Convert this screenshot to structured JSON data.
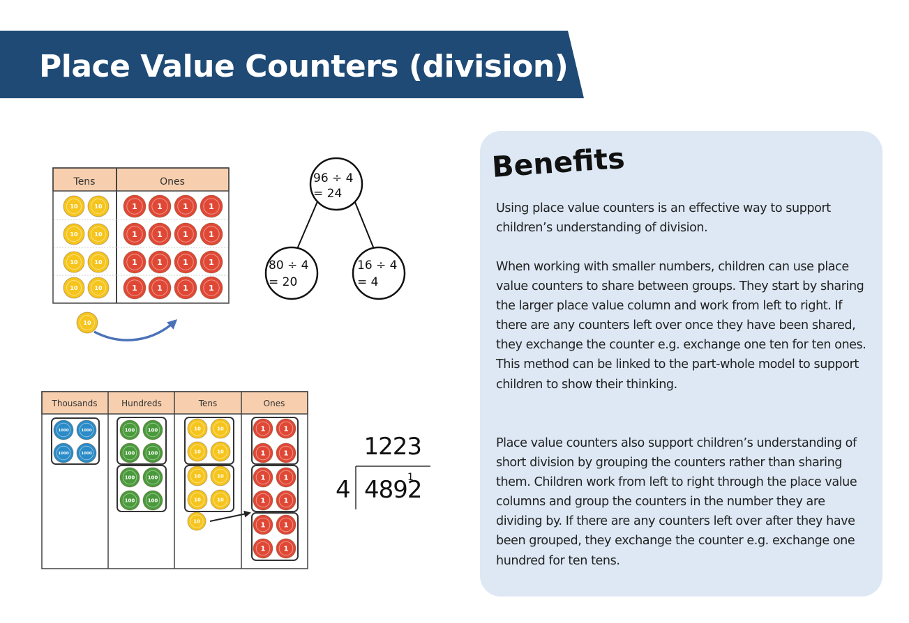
{
  "header": {
    "title": "Place Value Counters (division)"
  },
  "benefits": {
    "heading": "Benefits",
    "paragraphs": [
      "Using place value counters is an effective way to support children’s understanding of division.",
      "When working with smaller numbers, children can use place value counters to share between groups. They start by sharing the larger place value column and work from left to right. If there are any counters left over once they have been shared, they exchange the counter e.g. exchange one ten for ten ones. This method can be linked to the part-whole model to support children to show their thinking.",
      "Place value counters also support children’s understanding of short division by grouping the counters rather than sharing them. Children work from left to right through the place value columns and group the counters in the number they are dividing by. If there are any counters left over after they have been grouped, they exchange the counter e.g. exchange one hundred for ten tens."
    ]
  },
  "sharing_table": {
    "headers": [
      "Tens",
      "Ones"
    ],
    "tens_counter_label": "10",
    "ones_counter_label": "1",
    "exchange_counter_label": "10"
  },
  "part_whole": {
    "whole": [
      "96 ÷ 4",
      "= 24"
    ],
    "part_left": [
      "80 ÷ 4",
      "= 20"
    ],
    "part_right": [
      "16 ÷ 4",
      "= 4"
    ]
  },
  "grouping_table": {
    "headers": [
      "Thousands",
      "Hundreds",
      "Tens",
      "Ones"
    ],
    "thousands_label": "1000",
    "hundreds_label": "100",
    "tens_label": "10",
    "ones_label": "1",
    "exchange_label": "10"
  },
  "short_division": {
    "quotient": "1223",
    "divisor": "4",
    "dividend": "4892",
    "carry": "1"
  },
  "colors": {
    "title_band": "#1e4a75",
    "panel": "#dde8f4",
    "header_fill": "#f7cfae",
    "tens_counter": "#f6c51d",
    "ones_counter": "#e04836",
    "hundreds_counter": "#4a9a3c",
    "thousands_counter": "#2b8bc7",
    "arrow": "#4a72b8"
  }
}
